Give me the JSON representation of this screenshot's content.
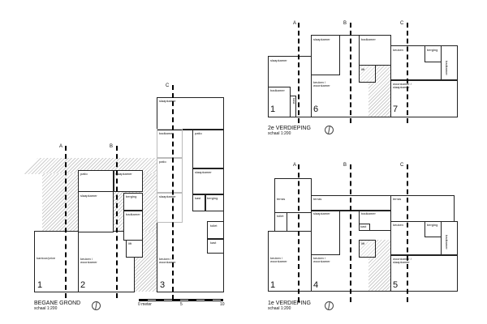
{
  "axes": {
    "a": "A",
    "b": "B",
    "c": "C"
  },
  "ground_floor": {
    "title": "BEGANE GROND",
    "scale": "schaal 1:200",
    "units": [
      "1",
      "2",
      "3"
    ],
    "rooms": {
      "u1_office": "kantoor/prive",
      "u2_patio": "patio",
      "u2_bed1": "slaapkamer",
      "u2_bed2": "slaapkamer",
      "u2_storage": "berging",
      "u2_bath": "badkamer",
      "u2_lift": "lift",
      "u2_kitchen": "keuken / woonkamer",
      "u3_bed_top": "slaapkamer",
      "u3_bath": "badkamer",
      "u3_patio1": "patio",
      "u3_patio2": "patio",
      "u3_bed_mid": "slaapkamer",
      "u3_bed_right": "slaapkamer",
      "u3_closet1": "kast",
      "u3_storage": "berging",
      "u3_toilet": "toilet",
      "u3_closet2": "kast",
      "u3_kitchen": "keuken / woonkamer"
    },
    "scale_bar": {
      "zero": "0 meter",
      "mid": "5",
      "end": "10"
    }
  },
  "second_floor": {
    "title": "2e VERDIEPING",
    "scale": "schaal 1:200",
    "units": [
      "1",
      "6",
      "7"
    ],
    "rooms": {
      "u1_bed": "slaapkamer",
      "u1_bath": "badkamer",
      "u1_closet": "kast",
      "u6_bed": "slaapkamer",
      "u6_kitchen": "keuken / woonkamer",
      "u6_bath": "badkamer",
      "u6_lift": "lift",
      "u7_kitchen": "keuken",
      "u7_storage": "berging",
      "u7_bath": "badkamer",
      "u7_living": "woonkamer / slaapkamer"
    }
  },
  "first_floor": {
    "title": "1e VERDIEPING",
    "scale": "schaal 1:200",
    "units": [
      "1",
      "4",
      "5"
    ],
    "rooms": {
      "u1_terrace": "terras",
      "u1_toilet": "toilet",
      "u1_kitchen": "keuken / woonkamer",
      "u4_terrace": "terras",
      "u4_bed": "slaapkamer",
      "u4_kitchen": "keuken / woonkamer",
      "u4_bath": "badkamer",
      "u4_closet": "kast",
      "u4_lift": "lift",
      "u5_terrace": "terras",
      "u5_kitchen": "keuken",
      "u5_storage": "berging",
      "u5_bath": "badkamer",
      "u5_living": "woonkamer / slaapkamer"
    }
  }
}
